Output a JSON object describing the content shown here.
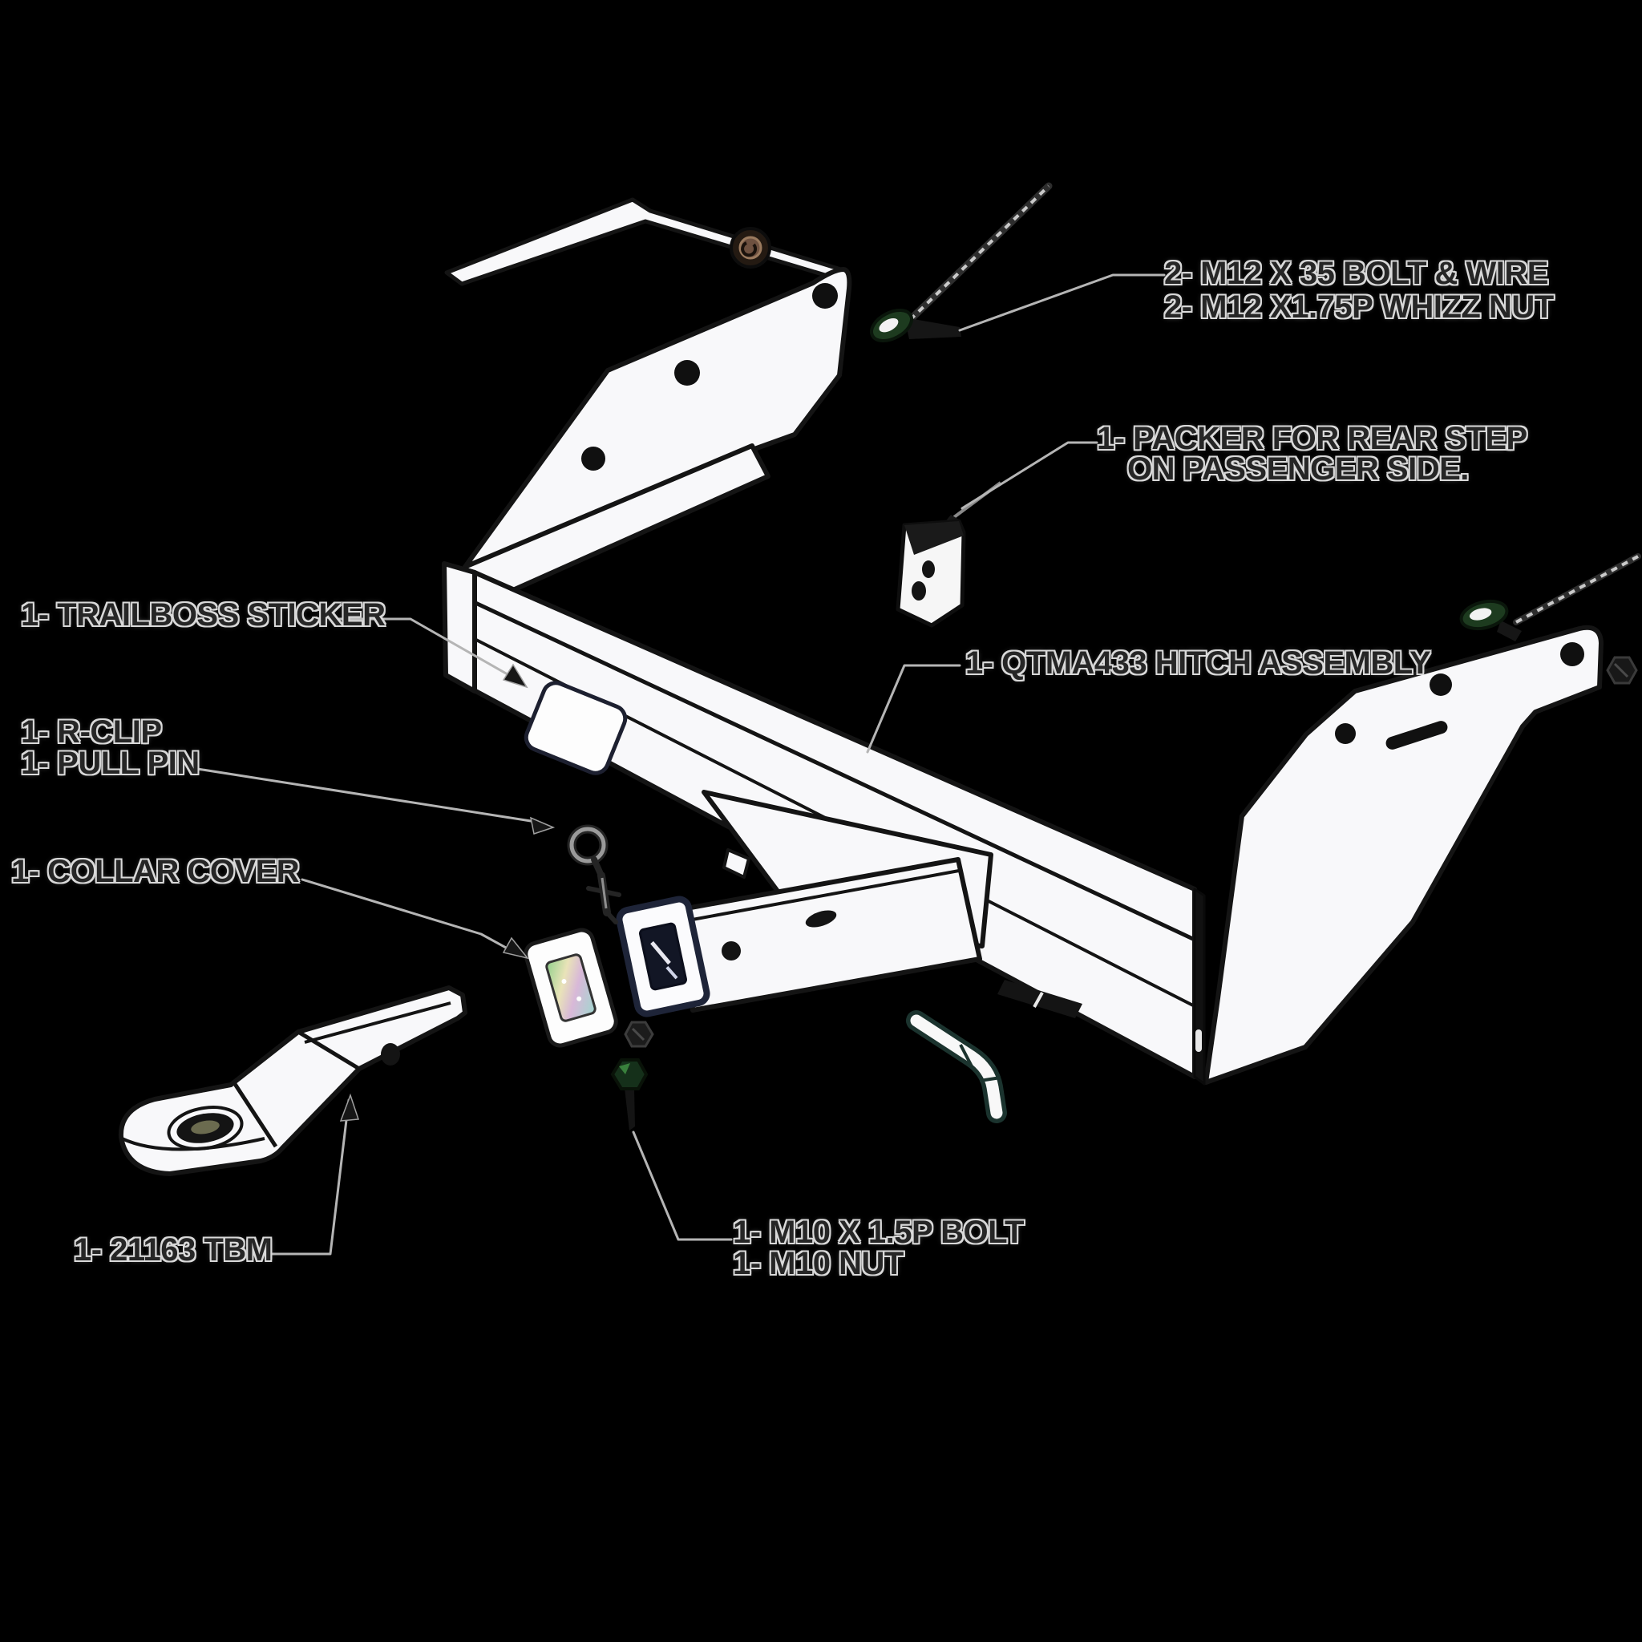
{
  "diagram_type": "exploded-parts-diagram",
  "colors": {
    "background": "#000000",
    "part_fill": "#f8f8fa",
    "outline": "#141414",
    "leader_line": "#b5b5b5",
    "text": "#262626",
    "text_outline": "#d9d9d9",
    "bolt_highlight_green": "#2f7d33",
    "flange_navy": "#1e2438",
    "nut_brown": "#6e5140"
  },
  "labels": [
    {
      "name": "m12-bolt-wire",
      "lines": [
        "2- M12 X 35 BOLT & WIRE",
        "2- M12 X1.75P WHIZZ NUT"
      ]
    },
    {
      "name": "packer",
      "lines": [
        "1- PACKER FOR REAR STEP",
        "ON PASSENGER SIDE."
      ]
    },
    {
      "name": "trailboss-sticker",
      "lines": [
        "1- TRAILBOSS STICKER"
      ]
    },
    {
      "name": "r-clip-pull-pin",
      "lines": [
        "1- R-CLIP",
        "1- PULL PIN"
      ]
    },
    {
      "name": "collar-cover",
      "lines": [
        "1- COLLAR COVER"
      ]
    },
    {
      "name": "hitch-assembly",
      "lines": [
        "1- QTMA433 HITCH ASSEMBLY"
      ]
    },
    {
      "name": "ball-mount",
      "lines": [
        "1- 21163 TBM"
      ]
    },
    {
      "name": "m10-bolt-nut",
      "lines": [
        "1- M10 X 1.5P BOLT",
        "1- M10 NUT"
      ]
    }
  ]
}
